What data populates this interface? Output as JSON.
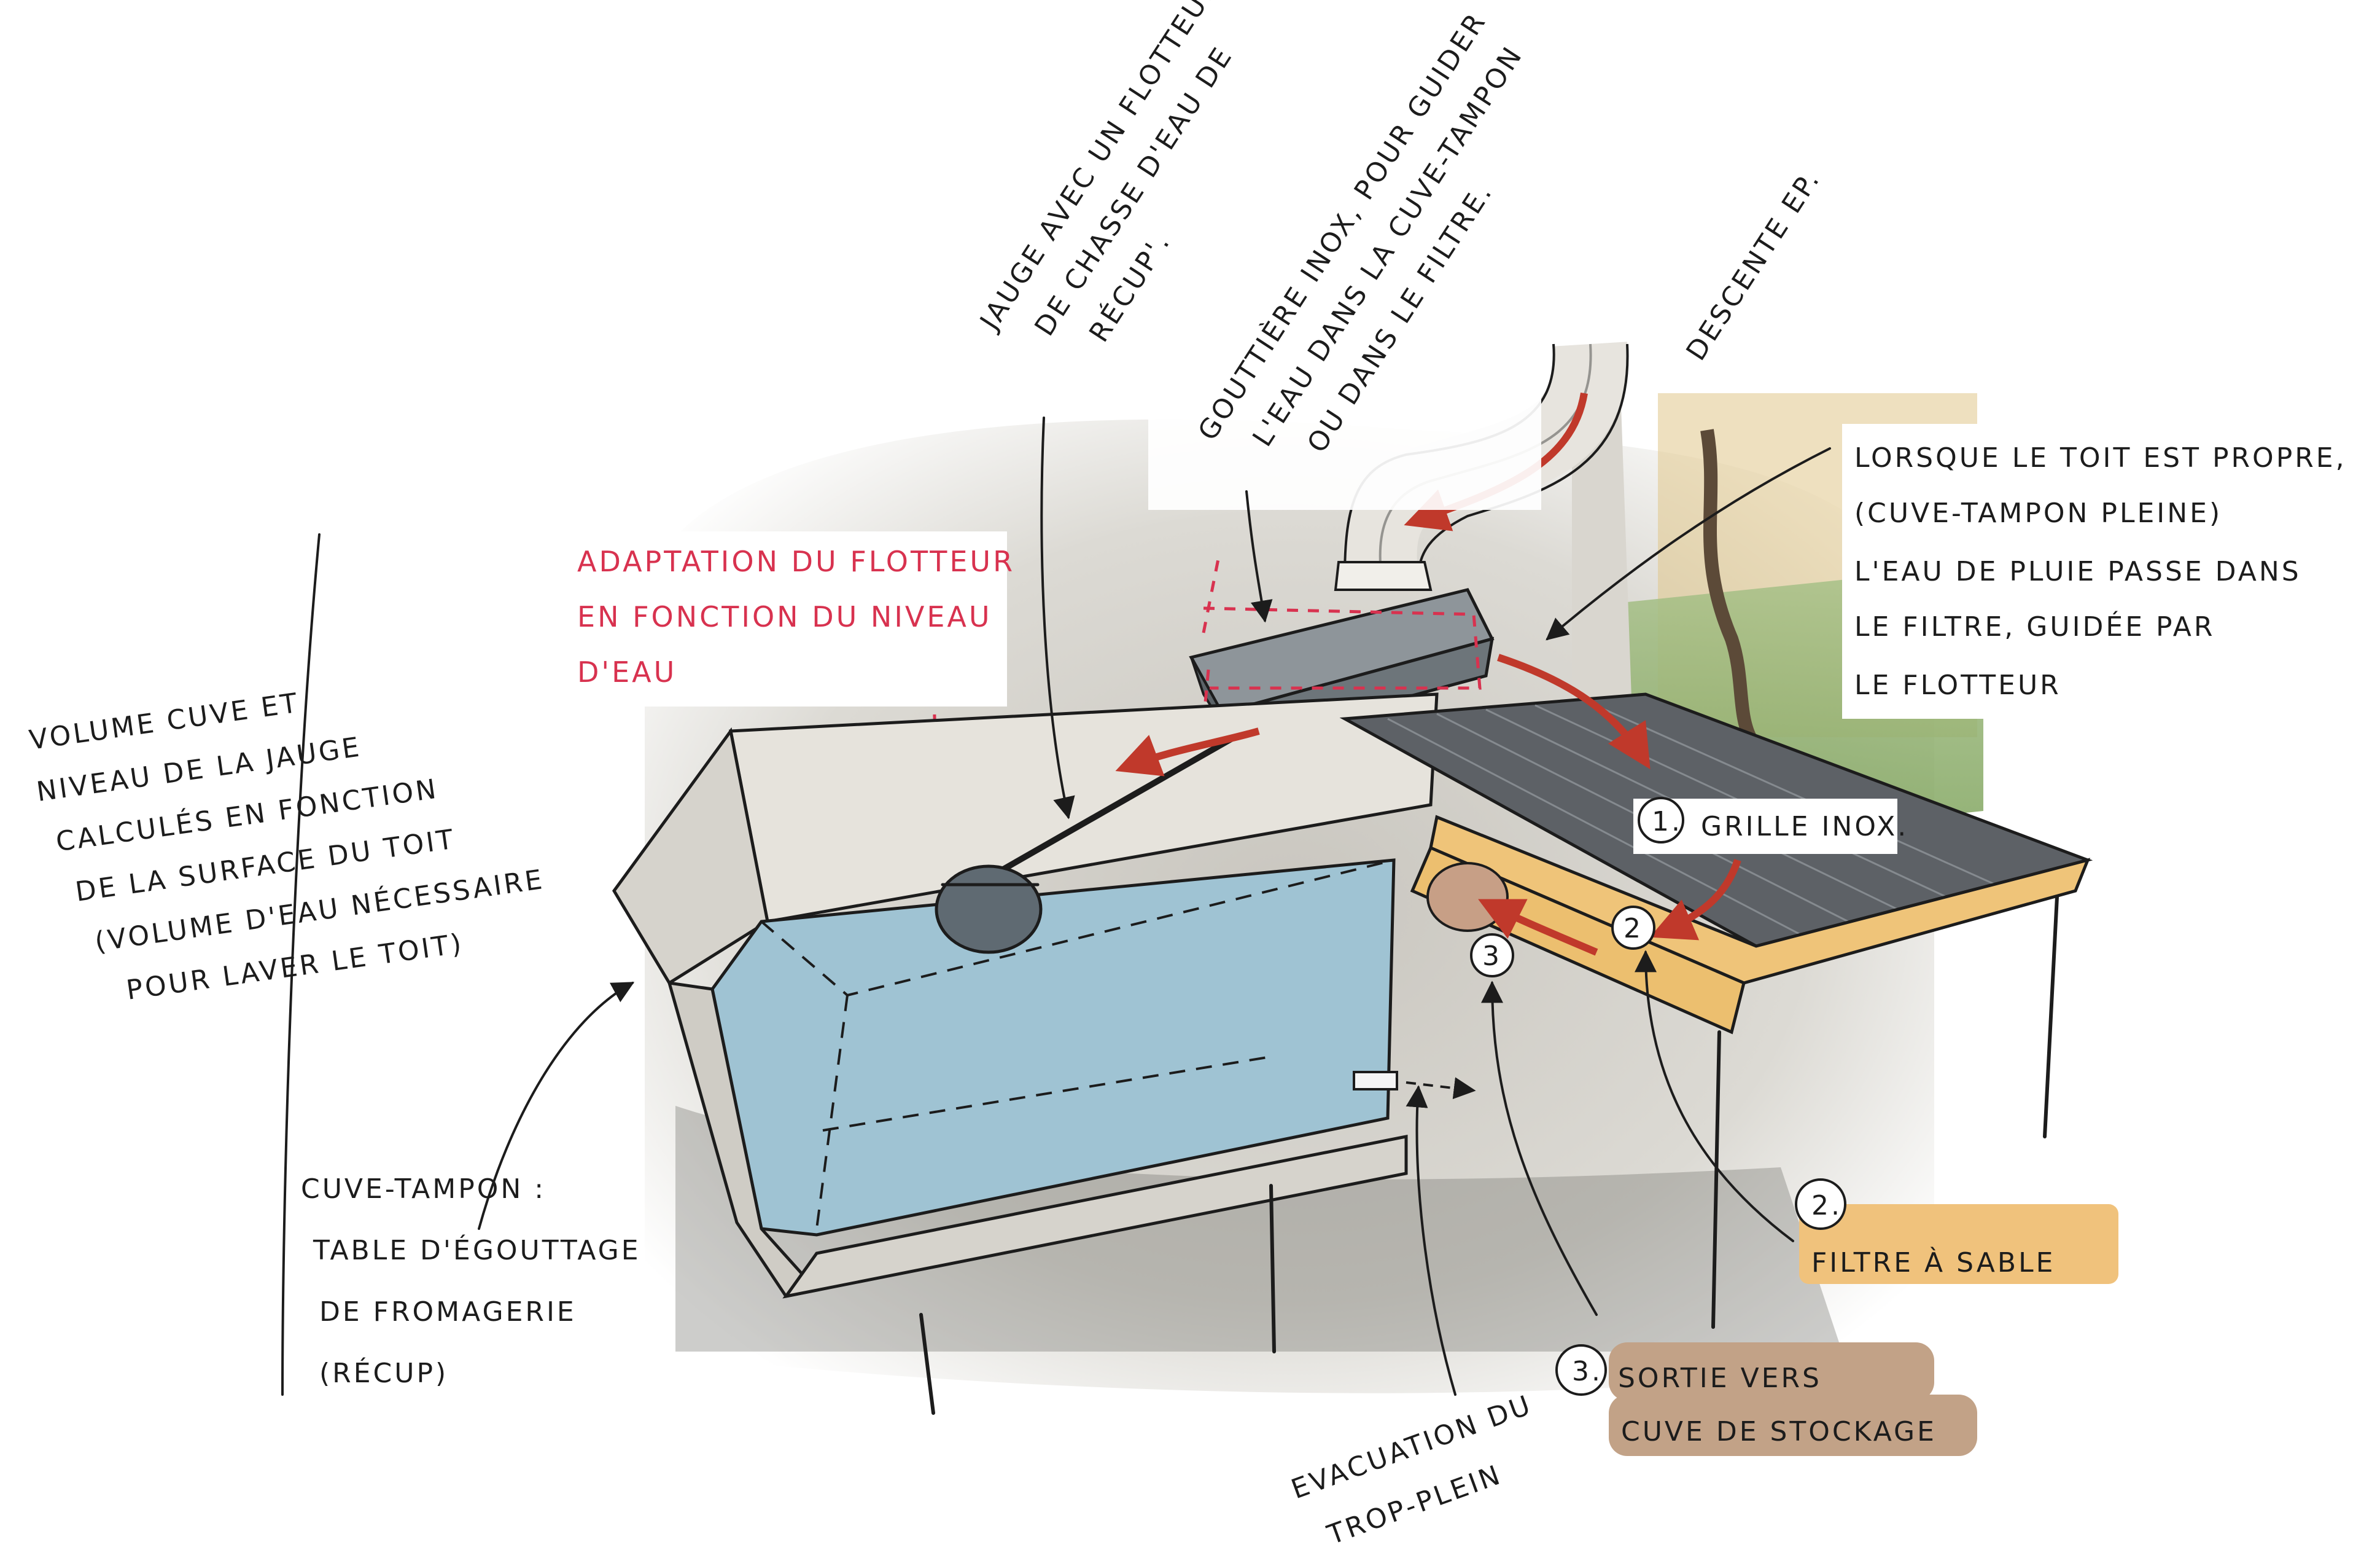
{
  "annotations": {
    "gauge_line1": "JAUGE AVEC UN FLOTTEUR",
    "gauge_line2": "DE CHASSE D'EAU DE",
    "gauge_line3": "RÉCUP'.",
    "gutter_line1": "GOUTTIÈRE INOX, POUR GUIDER",
    "gutter_line2": "L'EAU DANS LA CUVE-TAMPON",
    "gutter_line3": "OU DANS LE FILTRE.",
    "downpipe": "DESCENTE EP.",
    "float_line1": "ADAPTATION DU FLOTTEUR",
    "float_line2": "EN FONCTION DU NIVEAU",
    "float_line3": "D'EAU",
    "roof_line1": "LORSQUE LE TOIT EST PROPRE,",
    "roof_line2": "(CUVE-TAMPON PLEINE)",
    "roof_line3": "L'EAU DE PLUIE PASSE DANS",
    "roof_line4": "LE FILTRE, GUIDÉE PAR",
    "roof_line5": "LE FLOTTEUR",
    "volume_line1": "VOLUME CUVE ET",
    "volume_line2": "NIVEAU DE LA JAUGE",
    "volume_line3": "CALCULÉS EN FONCTION",
    "volume_line4": "DE LA SURFACE DU TOIT",
    "volume_line5": "(VOLUME D'EAU NÉCESSAIRE",
    "volume_line6": "POUR LAVER LE TOIT)",
    "buffer_line1": "CUVE-TAMPON :",
    "buffer_line2": "TABLE D'ÉGOUTTAGE",
    "buffer_line3": "DE FROMAGERIE",
    "buffer_line4": "(RÉCUP)",
    "overflow_line1": "EVACUATION DU",
    "overflow_line2": "TROP-PLEIN",
    "grid_num": "1.",
    "grid_label": "GRILLE INOX.",
    "sand_num": "2.",
    "sand_label": "FILTRE À SABLE",
    "exit_num": "3.",
    "exit_line1": "SORTIE VERS",
    "exit_line2": "CUVE DE STOCKAGE",
    "marker_2": "2",
    "marker_3": "3"
  },
  "colors": {
    "ink": "#1c1c1c",
    "red": "#d8324f",
    "water": "#9fc3d3",
    "sand": "#f0c27c",
    "exit_tag": "#c2a287"
  }
}
